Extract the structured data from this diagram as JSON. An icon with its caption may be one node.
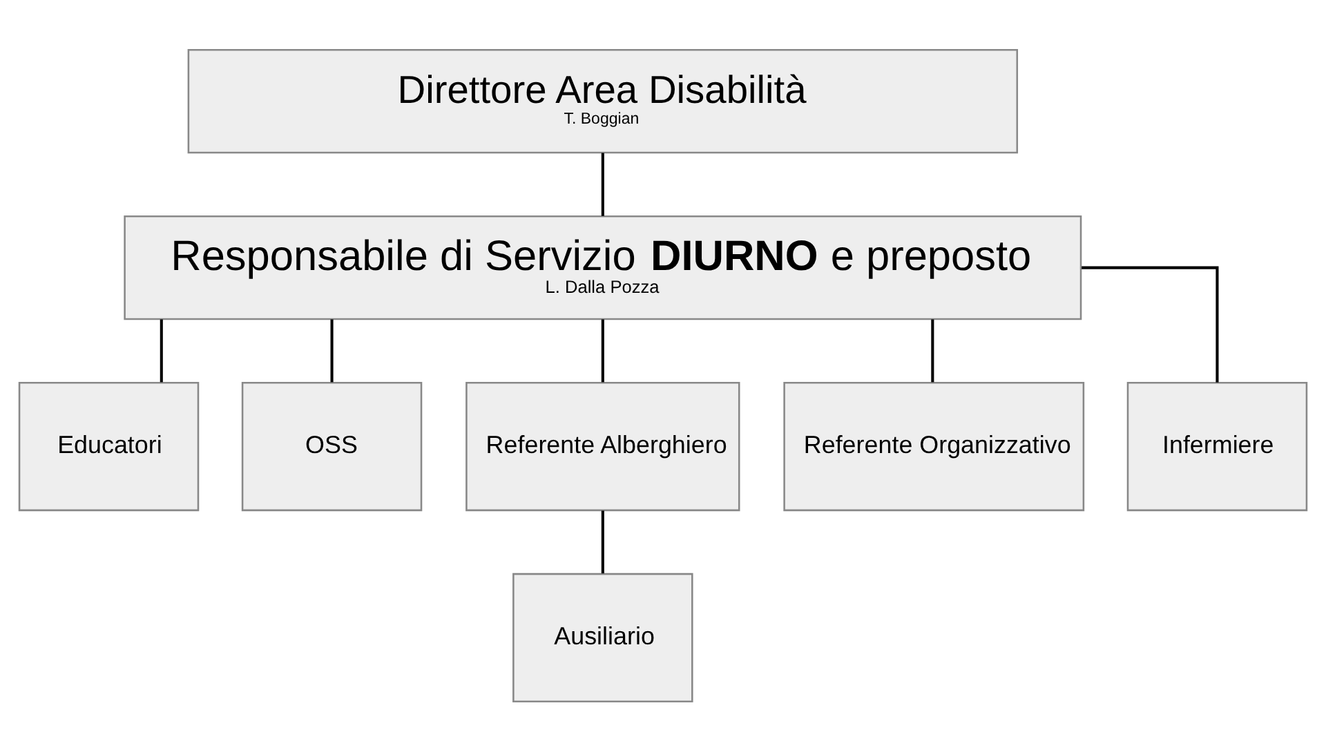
{
  "diagram": {
    "nodes": [
      {
        "text": [
          "Direttore Area Disabilità",
          "T. Boggian"
        ]
      },
      {
        "text": [
          "Responsabile di Servizio **DIURNO** e preposto",
          "L. Dalla Pozza"
        ]
      },
      {
        "text": [
          "Educatori"
        ]
      },
      {
        "text": [
          "OSS"
        ]
      },
      {
        "text": [
          "Referente Alberghiero"
        ]
      },
      {
        "text": [
          "Referente Organizzativo"
        ]
      },
      {
        "text": [
          "Infermiere"
        ]
      },
      {
        "text": [
          "Ausiliario"
        ]
      }
    ],
    "edges": [
      {
        "from": 0,
        "to": 1,
        "arrow": "none"
      },
      {
        "from": 1,
        "to": 2,
        "arrow": "none"
      },
      {
        "from": 1,
        "to": 3,
        "arrow": "none"
      },
      {
        "from": 1,
        "to": 4,
        "arrow": "none"
      },
      {
        "from": 1,
        "to": 5,
        "arrow": "none"
      },
      {
        "from": 1,
        "to": 6,
        "arrow": "none"
      },
      {
        "from": 4,
        "to": 7,
        "arrow": "none"
      }
    ]
  }
}
